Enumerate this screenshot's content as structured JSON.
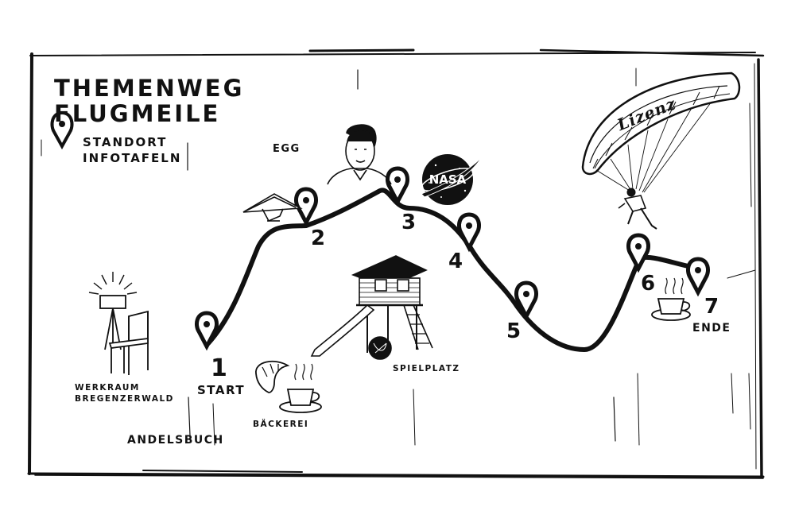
{
  "title": {
    "line1": "THEMENWEG",
    "line2": "FLUGMEILE"
  },
  "legend": {
    "icon": "map-pin-icon",
    "line1": "STANDORT",
    "line2": "INFOTAFELN"
  },
  "places": {
    "egg": "EGG",
    "andelsbuch": "ANDELSBUCH",
    "werkraum_line1": "WERKRAUM",
    "werkraum_line2": "BREGENZERWALD",
    "baeckerei": "BÄCKEREI",
    "spielplatz": "SPIELPLATZ"
  },
  "route": {
    "start_label": "START",
    "end_label": "ENDE",
    "stops": [
      "1",
      "2",
      "3",
      "4",
      "5",
      "6",
      "7"
    ]
  },
  "illustrations": {
    "nasa_logo_text": "NASA",
    "paraglider_text": "Lizenz",
    "icons": [
      "hang-glider-icon",
      "portrait-icon",
      "nasa-logo-icon",
      "paraglider-icon",
      "lamp-chair-icon",
      "croissant-icon",
      "coffee-cup-icon",
      "playhouse-icon"
    ]
  },
  "colors": {
    "ink": "#111111",
    "background": "#ffffff"
  }
}
